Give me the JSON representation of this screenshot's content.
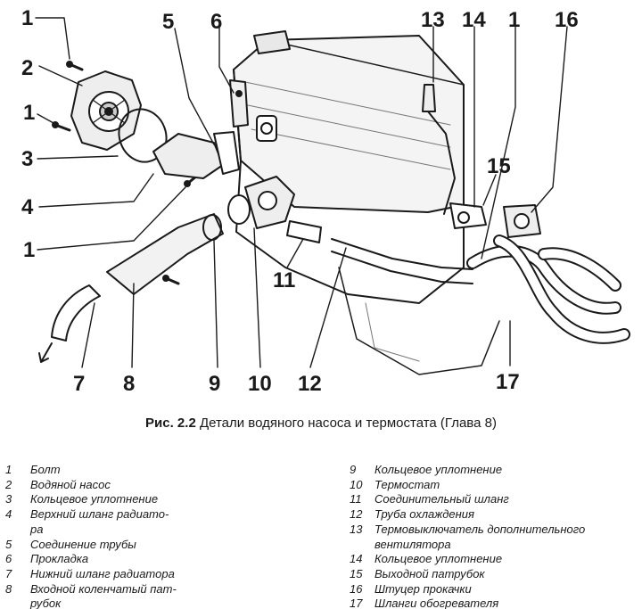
{
  "diagram": {
    "callouts": [
      {
        "id": "c1a",
        "text": "1"
      },
      {
        "id": "c2",
        "text": "2"
      },
      {
        "id": "c1b",
        "text": "1"
      },
      {
        "id": "c3",
        "text": "3"
      },
      {
        "id": "c4",
        "text": "4"
      },
      {
        "id": "c1c",
        "text": "1"
      },
      {
        "id": "c5",
        "text": "5"
      },
      {
        "id": "c6",
        "text": "6"
      },
      {
        "id": "c13",
        "text": "13"
      },
      {
        "id": "c14",
        "text": "14"
      },
      {
        "id": "c1d",
        "text": "1"
      },
      {
        "id": "c16",
        "text": "16"
      },
      {
        "id": "c15",
        "text": "15"
      },
      {
        "id": "c11",
        "text": "11"
      },
      {
        "id": "c7",
        "text": "7"
      },
      {
        "id": "c8",
        "text": "8"
      },
      {
        "id": "c9",
        "text": "9"
      },
      {
        "id": "c10",
        "text": "10"
      },
      {
        "id": "c12",
        "text": "12"
      },
      {
        "id": "c17",
        "text": "17"
      }
    ]
  },
  "caption": {
    "label": "Рис. 2.2",
    "text": " Детали водяного насоса и термостата (Глава 8)"
  },
  "legend": {
    "left": [
      {
        "num": "1",
        "text": "Болт"
      },
      {
        "num": "2",
        "text": "Водяной насос"
      },
      {
        "num": "3",
        "text": "Кольцевое уплотнение"
      },
      {
        "num": "4",
        "text": "Верхний шланг радиато-"
      },
      {
        "num": "",
        "text": "ра"
      },
      {
        "num": "5",
        "text": "Соединение трубы"
      },
      {
        "num": "6",
        "text": "Прокладка"
      },
      {
        "num": "7",
        "text": "Нижний шланг радиатора"
      },
      {
        "num": "8",
        "text": "Входной коленчатый пат-"
      },
      {
        "num": "",
        "text": "рубок"
      }
    ],
    "right": [
      {
        "num": "9",
        "text": "Кольцевое уплотнение"
      },
      {
        "num": "10",
        "text": "Термостат"
      },
      {
        "num": "11",
        "text": "Соединительный шланг"
      },
      {
        "num": "12",
        "text": "Труба охлаждения"
      },
      {
        "num": "13",
        "text": "Термовыключатель дополнительного"
      },
      {
        "num": "",
        "text": "вентилятора"
      },
      {
        "num": "14",
        "text": "Кольцевое уплотнение"
      },
      {
        "num": "15",
        "text": "Выходной патрубок"
      },
      {
        "num": "16",
        "text": "Штуцер прокачки"
      },
      {
        "num": "17",
        "text": "Шланги обогревателя"
      }
    ]
  }
}
